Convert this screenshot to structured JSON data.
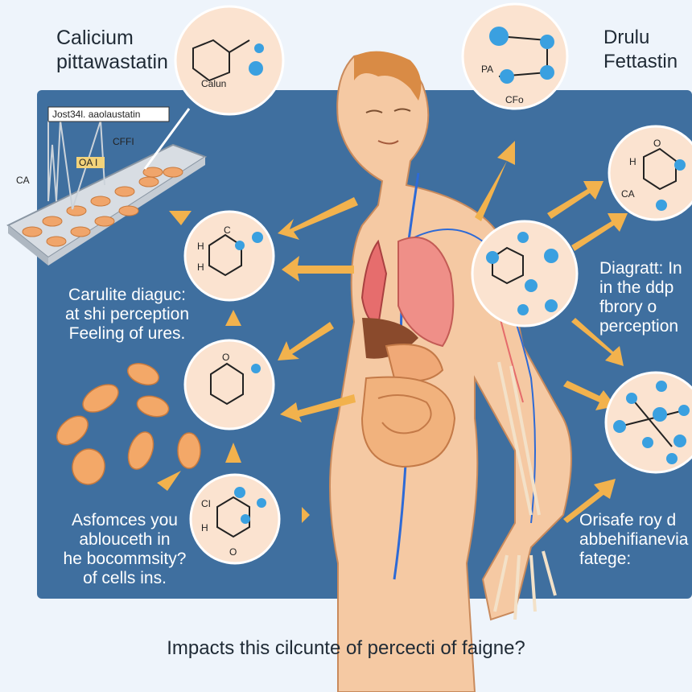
{
  "title_left": [
    "Calicium",
    "pittawastatin"
  ],
  "title_right": [
    "Drulu",
    "Fettastin"
  ],
  "tray_label": "Jost34l. aaolaustatin",
  "tray_side_labels": [
    "CA",
    "CFFI",
    "OA I"
  ],
  "left_texts": [
    [
      "Carulite diaguc:",
      "at shi  perception",
      "Feeling of ures."
    ],
    [
      "Asfomces you",
      "ablouceth in",
      "he bocommsity?",
      "of cells ins."
    ]
  ],
  "right_texts": [
    [
      "Diagratt: In",
      "in the ddp",
      "fbrory o",
      "perception"
    ],
    [
      "Orisafe roy d",
      "abbehifianevia",
      "fatege:"
    ]
  ],
  "molecule_labels": [
    "Calun",
    "PA",
    "CFo",
    "H",
    "CA",
    "O",
    "C",
    "H",
    "H",
    "O",
    "CI",
    "H",
    "O"
  ],
  "bottom_question": "Impacts this cilcunte of percecti of faigne?",
  "colors": {
    "panel": "#3f6f9f",
    "bg": "#eef4fb",
    "arrow": "#f2b24d",
    "circle_fill": "#fbe3d0",
    "atom": "#3aa0e0",
    "skin": "#f5c9a3"
  }
}
